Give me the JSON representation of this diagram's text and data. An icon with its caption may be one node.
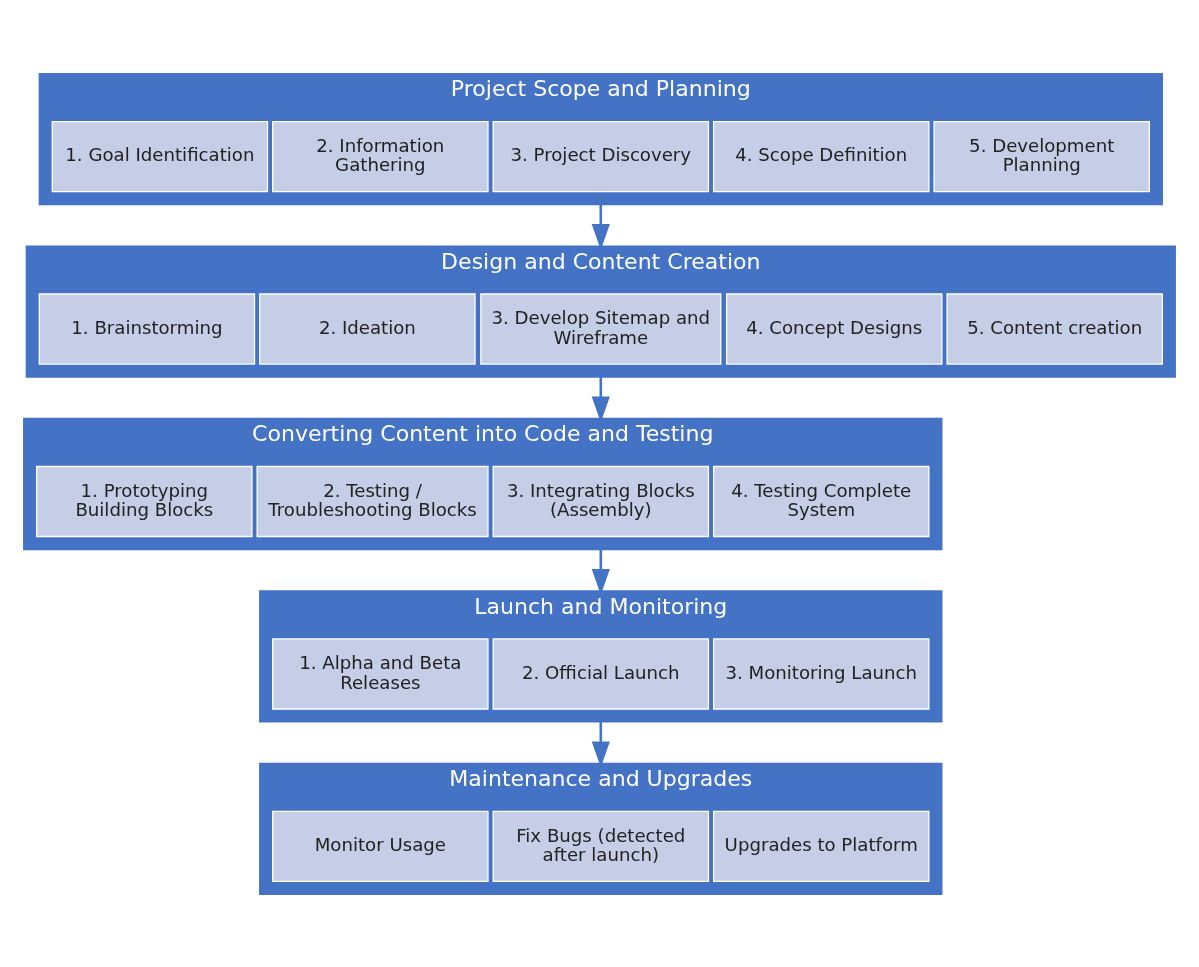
{
  "diagram": {
    "nodes": [
      {
        "text": [
          "Project Scope and Planning"
        ]
      },
      {
        "text": [
          "1. Goal Identification"
        ],
        "in": 0
      },
      {
        "text": [
          "2. Information Gathering"
        ],
        "in": 0
      },
      {
        "text": [
          "3. Project Discovery"
        ],
        "in": 0
      },
      {
        "text": [
          "4. Scope Definition"
        ],
        "in": 0
      },
      {
        "text": [
          "5. Development Planning"
        ],
        "in": 0
      },
      {
        "text": [
          "Design and Content Creation"
        ]
      },
      {
        "text": [
          "1. Brainstorming"
        ],
        "in": 6
      },
      {
        "text": [
          "2. Ideation"
        ],
        "in": 6
      },
      {
        "text": [
          "3. Develop Sitemap and Wireframe"
        ],
        "in": 6
      },
      {
        "text": [
          "4. Concept Designs"
        ],
        "in": 6
      },
      {
        "text": [
          "5. Content creation"
        ],
        "in": 6
      },
      {
        "text": [
          "Converting Content into Code and Testing"
        ]
      },
      {
        "text": [
          "1. Prototyping Building Blocks"
        ],
        "in": 12
      },
      {
        "text": [
          "2. Testing / Troubleshooting Blocks"
        ],
        "in": 12
      },
      {
        "text": [
          "3. Integrating Blocks (Assembly)"
        ],
        "in": 12
      },
      {
        "text": [
          "4. Testing Complete System"
        ],
        "in": 12
      },
      {
        "text": [
          "Launch and Monitoring"
        ]
      },
      {
        "text": [
          "1. Alpha and Beta Releases"
        ],
        "in": 17
      },
      {
        "text": [
          "2. Official Launch"
        ],
        "in": 17
      },
      {
        "text": [
          "3. Monitoring Launch"
        ],
        "in": 17
      },
      {
        "text": [
          "Maintenance and Upgrades"
        ]
      },
      {
        "text": [
          "Monitor Usage"
        ],
        "in": 21
      },
      {
        "text": [
          "Fix Bugs (detected after launch)"
        ],
        "in": 21
      },
      {
        "text": [
          "Upgrades to Platform"
        ],
        "in": 21
      }
    ],
    "edges": [
      {
        "from": 0,
        "to": 6,
        "arrow": "to"
      },
      {
        "from": 6,
        "to": 12,
        "arrow": "to"
      },
      {
        "from": 12,
        "to": 17,
        "arrow": "to"
      },
      {
        "from": 17,
        "to": 21,
        "arrow": "to"
      }
    ]
  }
}
